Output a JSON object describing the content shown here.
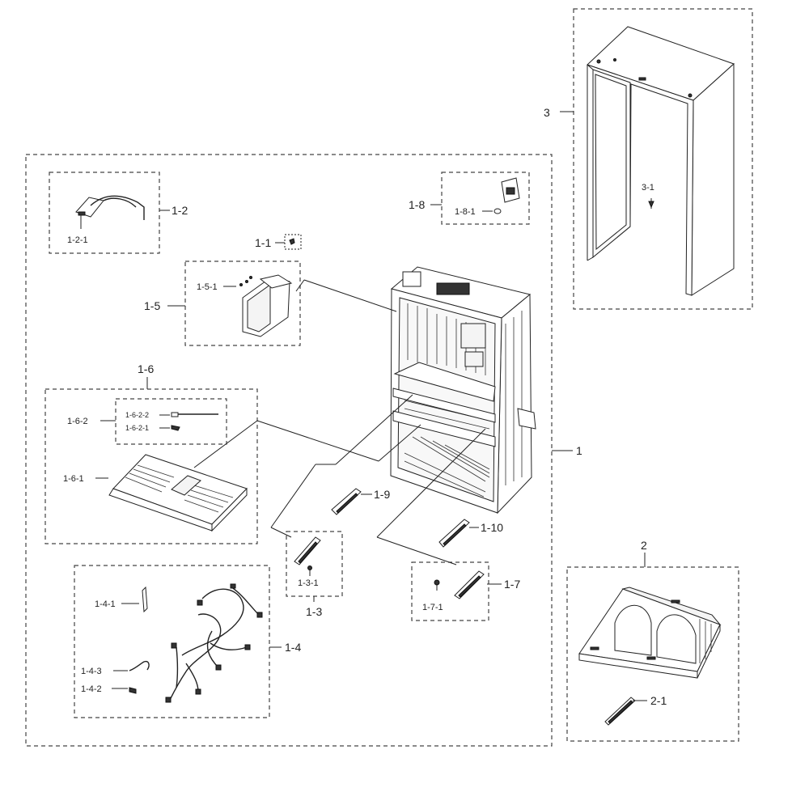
{
  "labels": {
    "p1": "1",
    "p1_1": "1-1",
    "p1_2": "1-2",
    "p1_2_1": "1-2-1",
    "p1_3": "1-3",
    "p1_3_1": "1-3-1",
    "p1_4": "1-4",
    "p1_4_1": "1-4-1",
    "p1_4_2": "1-4-2",
    "p1_4_3": "1-4-3",
    "p1_5": "1-5",
    "p1_5_1": "1-5-1",
    "p1_6": "1-6",
    "p1_6_1": "1-6-1",
    "p1_6_2": "1-6-2",
    "p1_6_2_1": "1-6-2-1",
    "p1_6_2_2": "1-6-2-2",
    "p1_7": "1-7",
    "p1_7_1": "1-7-1",
    "p1_8": "1-8",
    "p1_8_1": "1-8-1",
    "p1_9": "1-9",
    "p1_10": "1-10",
    "p2": "2",
    "p2_1": "2-1",
    "p3": "3",
    "p3_1": "3-1"
  },
  "colors": {
    "line": "#222222",
    "dashed_box": "#444444",
    "part_fill": "#f4f4f4",
    "background": "#ffffff"
  }
}
